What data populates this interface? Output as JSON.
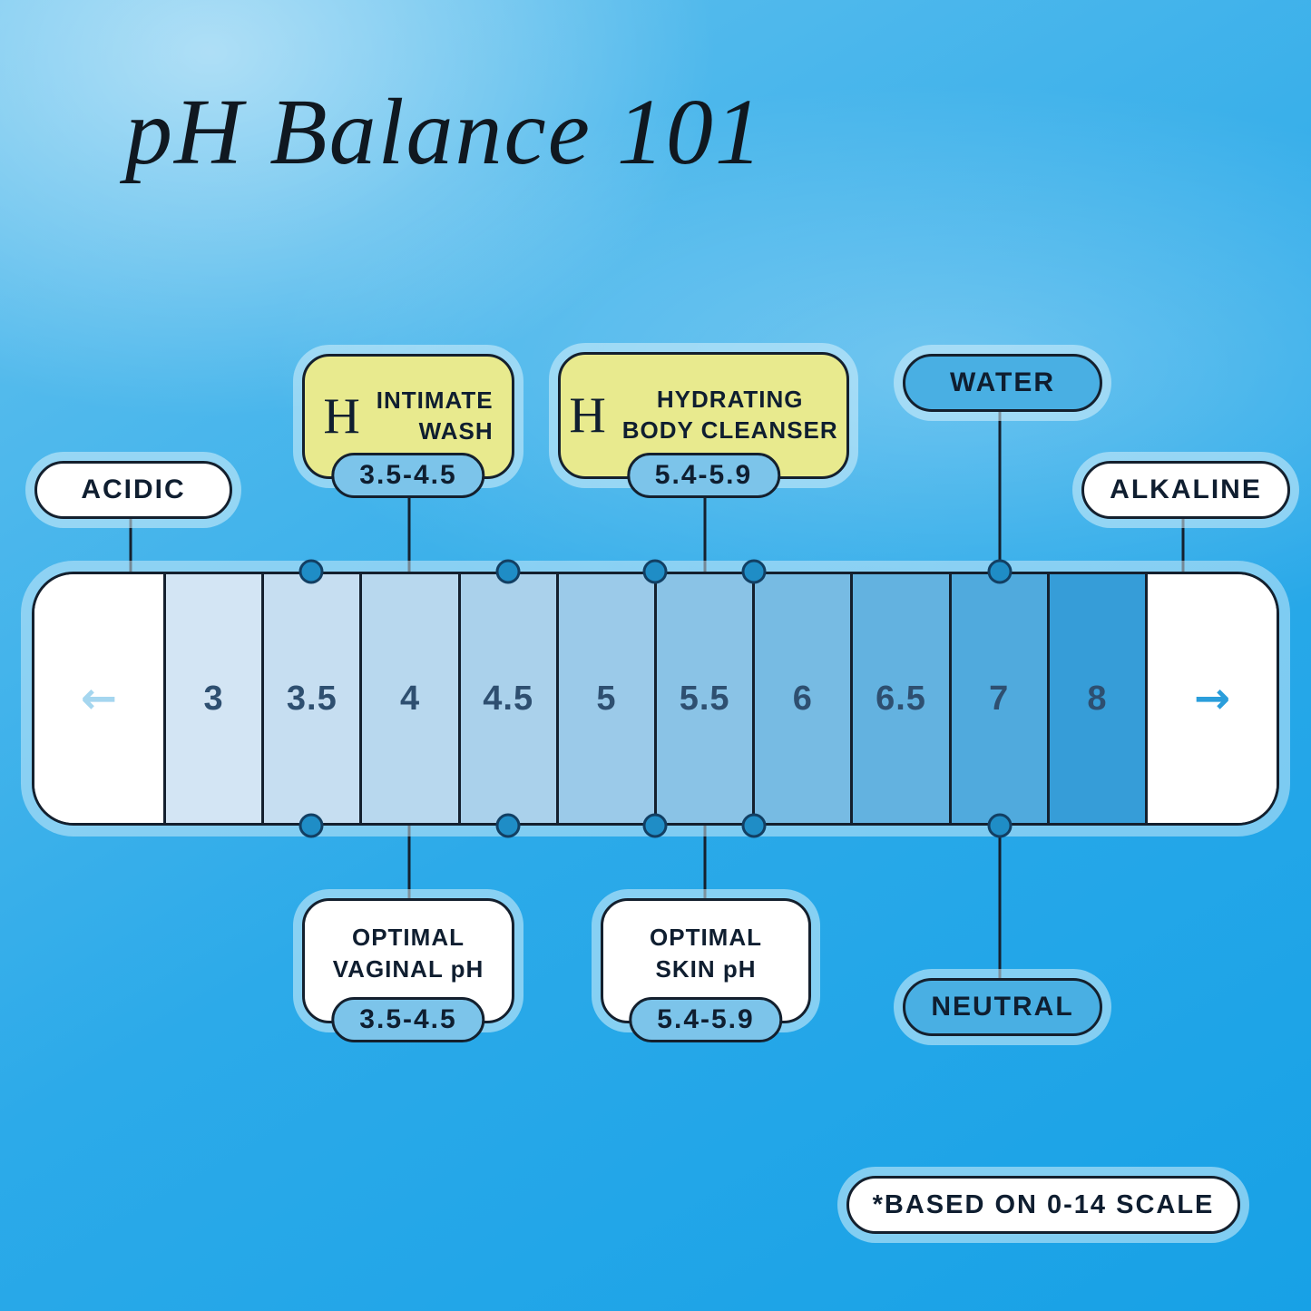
{
  "title": "pH Balance 101",
  "colors": {
    "background_top": "#66c2ee",
    "background_bottom": "#17a1e6",
    "bar_outline": "#14202e",
    "dot_fill": "#1f8dc6",
    "pill_blue": "#49afe3",
    "range_pill_blue": "#7cc4ea",
    "product_yellow": "#e8ea8e",
    "text_dark": "#0f1e30"
  },
  "scale": {
    "arrow_left": "←",
    "arrow_right": "→",
    "segments": [
      {
        "label": "3",
        "color": "#d3e5f4"
      },
      {
        "label": "3.5",
        "color": "#c6def1"
      },
      {
        "label": "4",
        "color": "#b8d8ee"
      },
      {
        "label": "4.5",
        "color": "#aad1eb"
      },
      {
        "label": "5",
        "color": "#9bcae9"
      },
      {
        "label": "5.5",
        "color": "#8ac3e6"
      },
      {
        "label": "6",
        "color": "#77bbe3"
      },
      {
        "label": "6.5",
        "color": "#63b2e0"
      },
      {
        "label": "7",
        "color": "#50aadd"
      },
      {
        "label": "8",
        "color": "#369dd8"
      }
    ]
  },
  "callouts": {
    "acidic": "ACIDIC",
    "alkaline": "ALKALINE",
    "water": "WATER",
    "neutral": "NEUTRAL",
    "intimate_wash": {
      "logo": "H",
      "line1": "INTIMATE",
      "line2": "WASH",
      "range": "3.5-4.5"
    },
    "body_cleanser": {
      "logo": "H",
      "line1": "HYDRATING",
      "line2": "BODY CLEANSER",
      "range": "5.4-5.9"
    },
    "optimal_vaginal": {
      "line1": "OPTIMAL",
      "line2": "VAGINAL pH",
      "range": "3.5-4.5"
    },
    "optimal_skin": {
      "line1": "OPTIMAL",
      "line2": "SKIN pH",
      "range": "5.4-5.9"
    },
    "footnote": "*BASED ON 0-14 SCALE"
  }
}
